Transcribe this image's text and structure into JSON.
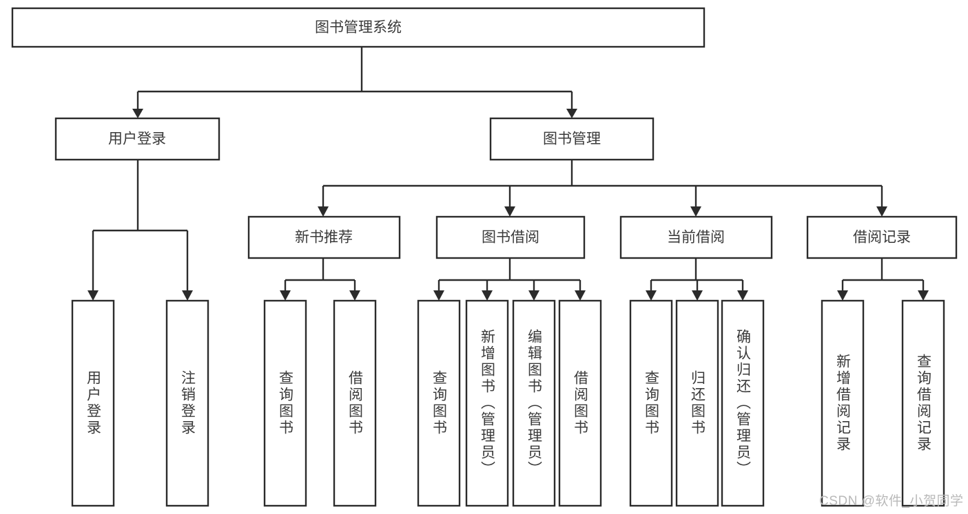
{
  "diagram": {
    "type": "tree-hierarchy-flowchart",
    "title": "图书管理系统",
    "orientation": "top-down",
    "root": {
      "id": "root",
      "label": "图书管理系统",
      "label_orientation": "horizontal"
    },
    "level2": [
      {
        "id": "user-login",
        "label": "用户登录",
        "label_orientation": "horizontal"
      },
      {
        "id": "book-management",
        "label": "图书管理",
        "label_orientation": "horizontal"
      }
    ],
    "level3": [
      {
        "id": "new-book-recommend",
        "label": "新书推荐",
        "parent": "book-management",
        "label_orientation": "horizontal"
      },
      {
        "id": "book-borrow",
        "label": "图书借阅",
        "parent": "book-management",
        "label_orientation": "horizontal"
      },
      {
        "id": "current-borrow",
        "label": "当前借阅",
        "parent": "book-management",
        "label_orientation": "horizontal"
      },
      {
        "id": "borrow-record",
        "label": "借阅记录",
        "parent": "book-management",
        "label_orientation": "horizontal"
      }
    ],
    "leaves": [
      {
        "id": "leaf-user-login",
        "label": "用户登录",
        "parent": "user-login",
        "label_orientation": "vertical"
      },
      {
        "id": "leaf-logout-login",
        "label": "注销登录",
        "parent": "user-login",
        "label_orientation": "vertical"
      },
      {
        "id": "leaf-query-book-1",
        "label": "查询图书",
        "parent": "new-book-recommend",
        "label_orientation": "vertical"
      },
      {
        "id": "leaf-borrow-book-1",
        "label": "借阅图书",
        "parent": "new-book-recommend",
        "label_orientation": "vertical"
      },
      {
        "id": "leaf-query-book-2",
        "label": "查询图书",
        "parent": "book-borrow",
        "label_orientation": "vertical"
      },
      {
        "id": "leaf-add-book-admin",
        "label": "新增图书（管理员）",
        "parent": "book-borrow",
        "label_orientation": "vertical"
      },
      {
        "id": "leaf-edit-book-admin",
        "label": "编辑图书（管理员）",
        "parent": "book-borrow",
        "label_orientation": "vertical"
      },
      {
        "id": "leaf-borrow-book-2",
        "label": "借阅图书",
        "parent": "book-borrow",
        "label_orientation": "vertical"
      },
      {
        "id": "leaf-query-book-3",
        "label": "查询图书",
        "parent": "current-borrow",
        "label_orientation": "vertical"
      },
      {
        "id": "leaf-return-book",
        "label": "归还图书",
        "parent": "current-borrow",
        "label_orientation": "vertical"
      },
      {
        "id": "leaf-confirm-return-admin",
        "label": "确认归还（管理员）",
        "parent": "current-borrow",
        "label_orientation": "vertical"
      },
      {
        "id": "leaf-add-borrow-record",
        "label": "新增借阅记录",
        "parent": "borrow-record",
        "label_orientation": "vertical"
      },
      {
        "id": "leaf-query-borrow-record",
        "label": "查询借阅记录",
        "parent": "borrow-record",
        "label_orientation": "vertical"
      }
    ]
  },
  "colors": {
    "background": "#ffffff",
    "box_fill": "#ffffff",
    "box_stroke": "#2b2b2b",
    "connector": "#2b2b2b",
    "text": "#3a3a3a",
    "watermark": "#b9b9b9"
  },
  "watermark": {
    "text": "CSDN @软件_小贺同学"
  }
}
